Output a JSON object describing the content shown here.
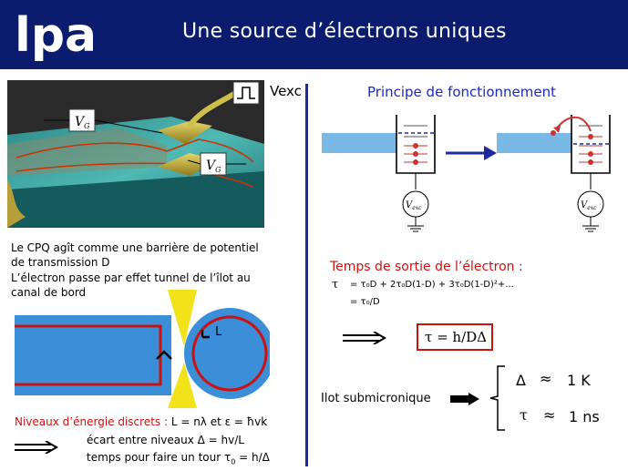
{
  "header": {
    "logo_text": "lpa",
    "title": "Une source d’électrons uniques"
  },
  "left": {
    "vexc_label": "Vexc",
    "vc_label": "V",
    "vc_sub": "G",
    "cpq_text_1": "Le CPQ agît comme une barrière de potentiel",
    "cpq_text_2": "de transmission D",
    "cpq_text_3": "L’électron passe par effet tunnel de l’îlot au",
    "cpq_text_4": "canal de bord",
    "loop_label": "L",
    "levels_prefix": "Niveaux d’énergie discrets : ",
    "levels_formula": "L = nλ et ε = ħvk",
    "gap_text": "écart entre niveaux Δ = hv/L",
    "tour_text_pre": "temps pour faire un tour τ",
    "tour_text_sub": "0",
    "tour_text_post": " = h/Δ"
  },
  "right": {
    "principle_title": "Principe de fonctionnement",
    "vexc_small": "V",
    "vexc_small_sub": "exc",
    "exit_title": "Temps de sortie de l’électron :",
    "eq1_lhs": "τ",
    "eq1_rhs": "= τ₀D + 2τ₀D(1-D) + 3τ₀D(1-D)²+...",
    "eq2": "= τ₀/D",
    "boxed_formula": "τ = h/DΔ",
    "ilot_label": "Ilot submicronique",
    "delta_sym": "Δ",
    "approx1": "≈",
    "delta_val": "1 K",
    "tau_sym": "τ",
    "approx2": "≈",
    "tau_val": "1 ns"
  },
  "colors": {
    "header_bg": "#0b1c6e",
    "accent_blue": "#1a28c8",
    "accent_red": "#cc1111",
    "channel_blue": "#3b8fd8",
    "qpc_yellow": "#f2e21a"
  }
}
